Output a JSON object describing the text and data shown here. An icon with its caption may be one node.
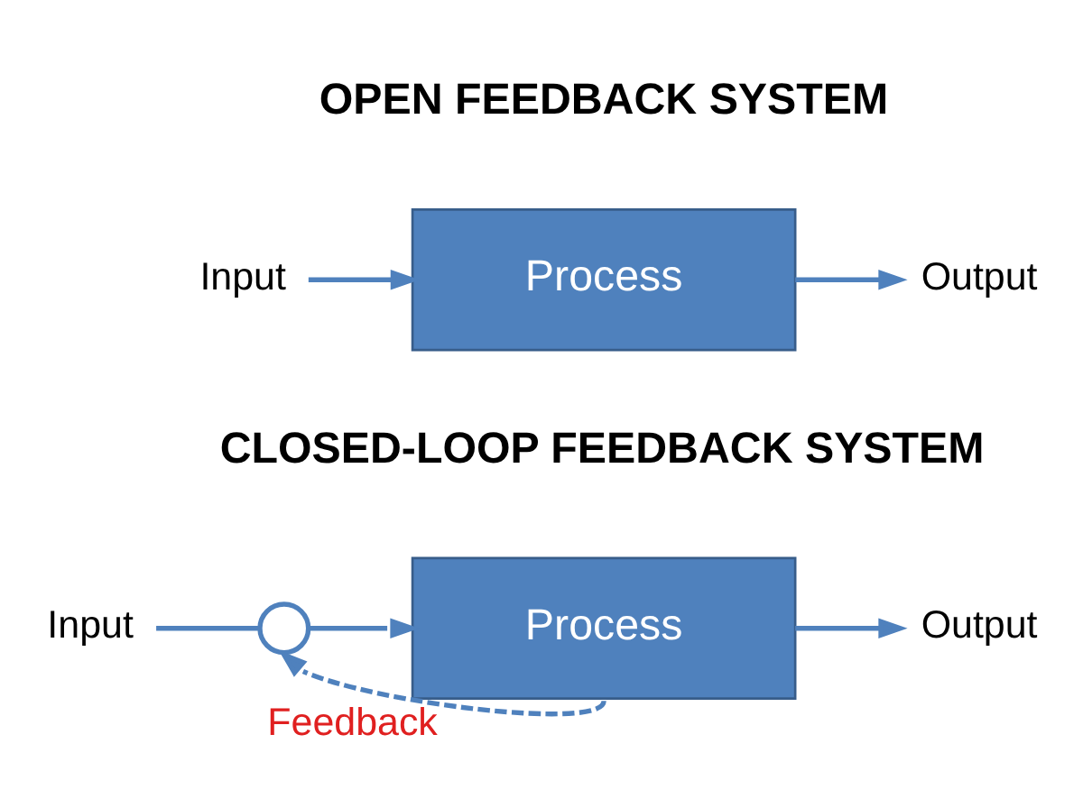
{
  "diagram": {
    "nodes": [
      {
        "text": [
          "Input"
        ]
      },
      {
        "text": [
          "Process"
        ]
      },
      {
        "text": [
          "Output"
        ]
      },
      {
        "text": [
          "Input"
        ]
      },
      {
        "text": [],
        "shape": "circle"
      },
      {
        "text": [
          "Process"
        ]
      },
      {
        "text": [
          "Output"
        ]
      }
    ],
    "edges": [
      {
        "from": 0,
        "to": 1,
        "arrow": "to"
      },
      {
        "from": 1,
        "to": 2,
        "arrow": "to"
      },
      {
        "from": 3,
        "to": 4,
        "arrow": "none"
      },
      {
        "from": 4,
        "to": 5,
        "arrow": "to"
      },
      {
        "from": 5,
        "to": 6,
        "arrow": "to"
      },
      {
        "from": 5,
        "to": 4,
        "arrow": "to",
        "style": "dashed",
        "label": "Feedback"
      }
    ],
    "labels": [
      "OPEN FEEDBACK SYSTEM",
      "CLOSED-LOOP FEEDBACK SYSTEM"
    ]
  }
}
